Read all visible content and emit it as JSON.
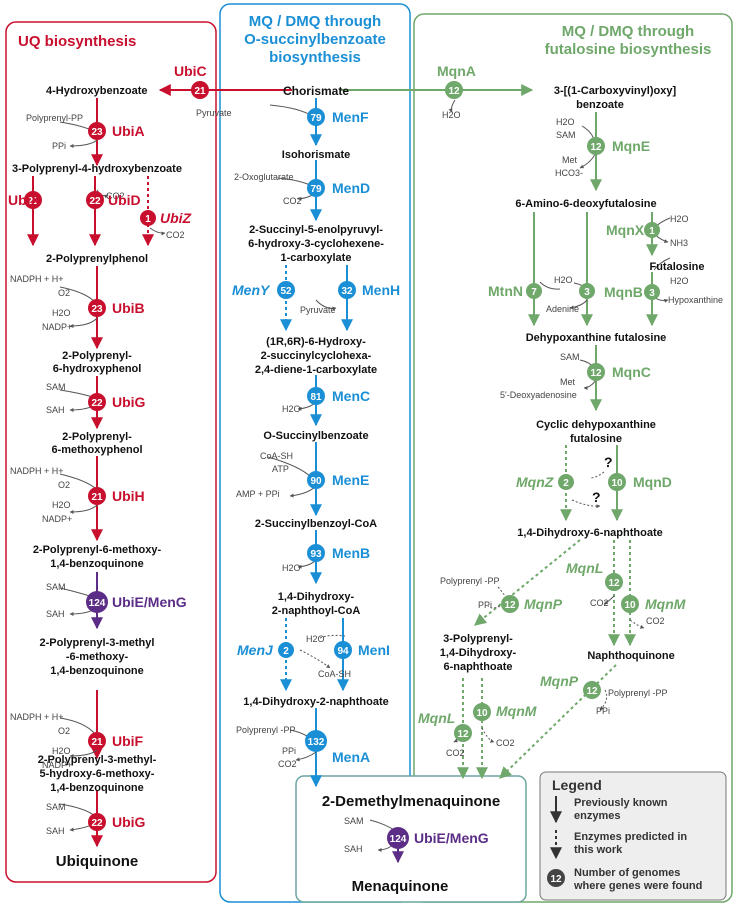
{
  "panels": {
    "uq": {
      "title": "UQ biosynthesis",
      "color": "#c8102e"
    },
    "mq_osb": {
      "title_l1": "MQ / DMQ through",
      "title_l2": "O-succinylbenzoate",
      "title_l3": "biosynthesis",
      "color": "#1b8fd6"
    },
    "mq_fut": {
      "title_l1": "MQ / DMQ through",
      "title_l2": "futalosine biosynthesis",
      "color": "#6fa86a"
    }
  },
  "colors": {
    "uq": "#c8102e",
    "osb": "#1b8fd6",
    "fut": "#6fa86a",
    "ubie": "#5b2d86"
  },
  "compounds": {
    "chorismate": "Chorismate",
    "hb4": "4-Hydroxybenzoate",
    "pphb_line": "3-Polyprenyl-4-hydroxybenzoate",
    "ppphenol": "2-Polyprenylphenol",
    "pphp_1": "2-Polyprenyl-",
    "pphp_2": "6-hydroxyphenol",
    "ppmp_1": "2-Polyprenyl-",
    "ppmp_2": "6-methoxyphenol",
    "ppmbq_1": "2-Polyprenyl-6-methoxy-",
    "ppmbq_2": "1,4-benzoquinone",
    "pp3m_1": "2-Polyprenyl-3-methyl",
    "pp3m_2": "-6-methoxy-",
    "pp3m_3": "1,4-benzoquinone",
    "pp3m5h_1": "2-Polyprenyl-3-methyl-",
    "pp3m5h_2": "5-hydroxy-6-methoxy-",
    "pp3m5h_3": "1,4-benzoquinone",
    "ubiquinone": "Ubiquinone",
    "isochorismate": "Isohorismate",
    "sephchc_1": "2-Succinyl-5-enolpyruvyl-",
    "sephchc_2": "6-hydroxy-3-cyclohexene-",
    "sephchc_3": "1-carboxylate",
    "shchc_1": "(1R,6R)-6-Hydroxy-",
    "shchc_2": "2-succinylcyclohexa-",
    "shchc_3": "2,4-diene-1-carboxylate",
    "osb": "O-Succinylbenzoate",
    "osbcoa": "2-Succinylbenzoyl-CoA",
    "dhnacoa_1": "1,4-Dihydroxy-",
    "dhnacoa_2": "2-naphthoyl-CoA",
    "dhna": "1,4-Dihydroxy-2-naphthoate",
    "dmq": "2-Demethylmenaquinone",
    "mq": "Menaquinone",
    "cvb_1": "3-[(1-Carboxyvinyl)oxy]",
    "cvb_2": "benzoate",
    "aminodf": "6-Amino-6-deoxyfutalosine",
    "futalosine": "Futalosine",
    "dhfut": "Dehypoxanthine futalosine",
    "cdhfut_1": "Cyclic  dehypoxanthine",
    "cdhfut_2": "futalosine",
    "dh6n": "1,4-Dihydroxy-6-naphthoate",
    "pp6n_1": "3-Polyprenyl-",
    "pp6n_2": "1,4-Dihydroxy-",
    "pp6n_3": "6-naphthoate",
    "naphthoquinone": "Naphthoquinone"
  },
  "enzymes": {
    "ubic": "UbiC",
    "ubia": "UbiA",
    "ubix": "UbiX",
    "ubid": "UbiD",
    "ubiz": "UbiZ",
    "ubib": "UbiB",
    "ubig": "UbiG",
    "ubih": "UbiH",
    "ubiemeng": "UbiE/MenG",
    "ubif": "UbiF",
    "menf": "MenF",
    "mend": "MenD",
    "meny": "MenY",
    "menh": "MenH",
    "menc": "MenC",
    "mene": "MenE",
    "menb": "MenB",
    "menj": "MenJ",
    "meni": "MenI",
    "mena": "MenA",
    "mqna": "MqnA",
    "mqne": "MqnE",
    "mqnx": "MqnX",
    "mtnn": "MtnN",
    "mqnb": "MqnB",
    "mqnc": "MqnC",
    "mqnz": "MqnZ",
    "mqnd": "MqnD",
    "mqnl": "MqnL",
    "mqnm": "MqnM",
    "mqnp": "MqnP"
  },
  "counts": {
    "ubic": "21",
    "ubia": "23",
    "ubix": "21",
    "ubid": "22",
    "ubiz": "1",
    "ubib": "23",
    "ubig1": "22",
    "ubih": "21",
    "ubie1": "124",
    "ubif": "21",
    "ubig2": "22",
    "ubie2": "124",
    "menf": "79",
    "mend": "79",
    "meny": "52",
    "menh": "32",
    "menc": "81",
    "mene": "90",
    "menb": "93",
    "menj": "2",
    "meni": "94",
    "mena": "132",
    "mqna": "12",
    "mqne": "12",
    "mqnx": "1",
    "mtnn": "7",
    "mtnn3": "3",
    "mqnb": "3",
    "mqnc": "12",
    "mqnz": "2",
    "mqnd": "10",
    "mqnl1": "12",
    "mqnm1": "10",
    "mqnp1": "12",
    "mqnl2": "12",
    "mqnm2": "10",
    "mqnp2": "12"
  },
  "cofactors": {
    "pyruvate": "Pyruvate",
    "polyprenylpp": "Polyprenyl-PP",
    "ppi": "PPi",
    "co2": "CO2",
    "nadph": "NADPH + H+",
    "o2": "O2",
    "h2o": "H2O",
    "nadp": "NADP+",
    "sam": "SAM",
    "sah": "SAH",
    "oxoglutarate": "2-Oxoglutarate",
    "coash": "CoA-SH",
    "atp": "ATP",
    "ampppi": "AMP + PPi",
    "polyprenyl_pp2": "Polyprenyl -PP",
    "met": "Met",
    "hco3": "HCO3-",
    "nh3": "NH3",
    "adenine": "Adenine",
    "hypoxanthine": "Hypoxanthine",
    "deoxyadenosine": "5'-Deoxyadenosine",
    "question": "?"
  },
  "legend": {
    "title": "Legend",
    "solid_1": "Previously known",
    "solid_2": "enzymes",
    "dotted_1": "Enzymes predicted in",
    "dotted_2": "this work",
    "count_1": "Number of genomes",
    "count_2": "where genes were found",
    "sample": "12"
  }
}
